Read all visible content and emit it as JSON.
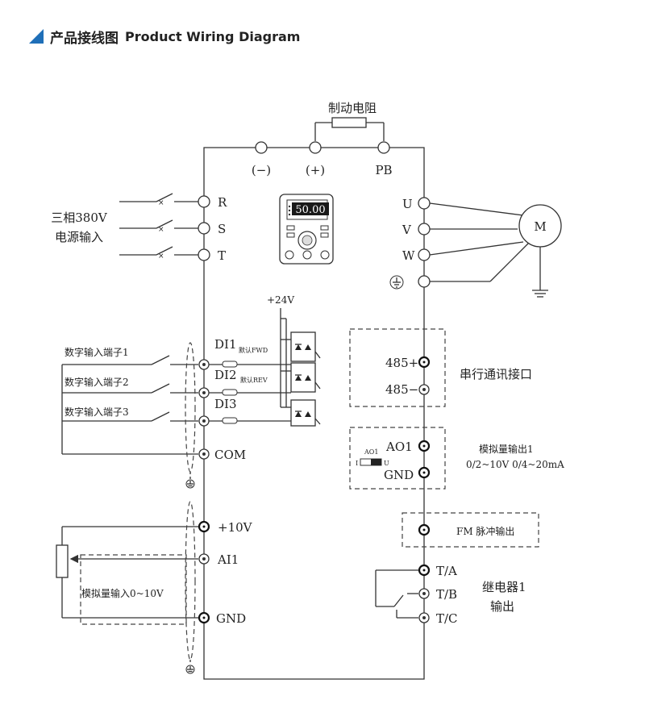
{
  "header": {
    "title_cn": "产品接线图",
    "title_en": "Product Wiring Diagram",
    "accent_color": "#1f6fb8"
  },
  "diagram": {
    "brake_resistor": "制动电阻",
    "dc_terminals": [
      "(−)",
      "(+)",
      "PB"
    ],
    "power_input": {
      "label_line1": "三相380V",
      "label_line2": "电源输入",
      "terminals": [
        "R",
        "S",
        "T"
      ]
    },
    "motor": {
      "terminals": [
        "U",
        "V",
        "W"
      ],
      "label": "M"
    },
    "keypad": {
      "display": "50.00"
    },
    "supply_24v": "+24V",
    "digital_inputs": [
      {
        "name": "数字输入端子1",
        "terminal": "DI1",
        "note": "默认FWD"
      },
      {
        "name": "数字输入端子2",
        "terminal": "DI2",
        "note": "默认REV"
      },
      {
        "name": "数字输入端子3",
        "terminal": "DI3",
        "note": ""
      }
    ],
    "com": "COM",
    "serial": {
      "pos": "485+",
      "neg": "485−",
      "label": "串行通讯接口"
    },
    "analog_output": {
      "terminal": "AO1",
      "gnd": "GND",
      "switch_label": "AO1",
      "switch_i": "I",
      "switch_u": "U",
      "label_line1": "模拟量输出1",
      "label_line2": "0/2~10V  0/4~20mA"
    },
    "pulse_output": {
      "label": "FM  脉冲输出"
    },
    "analog_input": {
      "terminals": [
        "+10V",
        "AI1",
        "GND"
      ],
      "label": "模拟量输入0~10V"
    },
    "relay": {
      "terminals": [
        "T/A",
        "T/B",
        "T/C"
      ],
      "label_line1": "继电器1",
      "label_line2": "输出"
    }
  }
}
